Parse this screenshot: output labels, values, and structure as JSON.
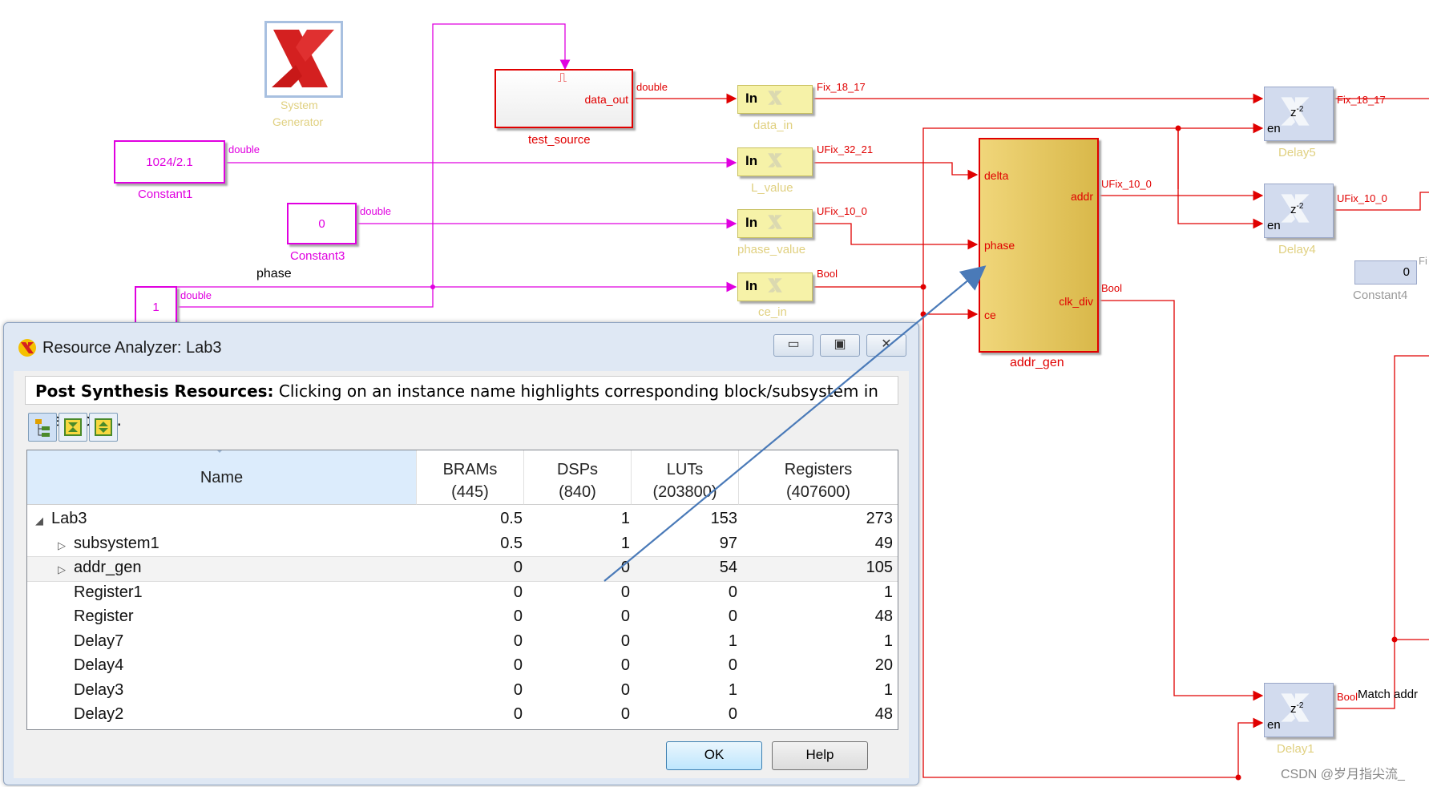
{
  "diagram": {
    "sysgen": {
      "line1": "System",
      "line2": "Generator"
    },
    "test_source": {
      "name": "test_source",
      "port_out": "data_out",
      "pulse": "⎍"
    },
    "constants": [
      {
        "value": "1024/2.1",
        "name": "Constant1"
      },
      {
        "value": "0",
        "name": "Constant3"
      },
      {
        "value": "1",
        "name": ""
      },
      {
        "value": "0",
        "name": "Constant4"
      }
    ],
    "phase_label": "phase",
    "gateways": [
      {
        "in": "In",
        "name": "data_in"
      },
      {
        "in": "In",
        "name": "L_value"
      },
      {
        "in": "In",
        "name": "phase_value"
      },
      {
        "in": "In",
        "name": "ce_in"
      }
    ],
    "signals": {
      "double": "double",
      "fix_18_17": "Fix_18_17",
      "ufix_32_21": "UFix_32_21",
      "ufix_10_0": "UFix_10_0",
      "bool": "Bool",
      "fi": "Fi",
      "match_addr": "Match addr"
    },
    "addr_gen": {
      "name": "addr_gen",
      "ports_in": [
        "delta",
        "phase",
        "ce"
      ],
      "ports_out": [
        "addr",
        "clk_div"
      ]
    },
    "delays": [
      {
        "name": "Delay5",
        "z": "z",
        "exp": "-2",
        "en": "en"
      },
      {
        "name": "Delay4",
        "z": "z",
        "exp": "-2",
        "en": "en"
      },
      {
        "name": "Delay1",
        "z": "z",
        "exp": "-2",
        "en": "en"
      }
    ],
    "watermark": "CSDN @岁月指尖流_"
  },
  "dialog": {
    "title": "Resource Analyzer: Lab3",
    "minimize": "▭",
    "maximize": "▣",
    "close": "✕",
    "header_bold": "Post Synthesis Resources:",
    "header_text": " Clicking on an instance name highlights corresponding block/subsystem in the model.",
    "columns": [
      {
        "label": "Name",
        "sub": ""
      },
      {
        "label": "BRAMs",
        "sub": "(445)"
      },
      {
        "label": "DSPs",
        "sub": "(840)"
      },
      {
        "label": "LUTs",
        "sub": "(203800)"
      },
      {
        "label": "Registers",
        "sub": "(407600)"
      }
    ],
    "rows": [
      {
        "name": "Lab3",
        "brams": "0.5",
        "dsps": "1",
        "luts": "153",
        "regs": "273",
        "expander": "◢"
      },
      {
        "name": "subsystem1",
        "brams": "0.5",
        "dsps": "1",
        "luts": "97",
        "regs": "49",
        "expander": "▷"
      },
      {
        "name": "addr_gen",
        "brams": "0",
        "dsps": "0",
        "luts": "54",
        "regs": "105",
        "expander": "▷"
      },
      {
        "name": "Register1",
        "brams": "0",
        "dsps": "0",
        "luts": "0",
        "regs": "1",
        "expander": ""
      },
      {
        "name": "Register",
        "brams": "0",
        "dsps": "0",
        "luts": "0",
        "regs": "48",
        "expander": ""
      },
      {
        "name": "Delay7",
        "brams": "0",
        "dsps": "0",
        "luts": "1",
        "regs": "1",
        "expander": ""
      },
      {
        "name": "Delay4",
        "brams": "0",
        "dsps": "0",
        "luts": "0",
        "regs": "20",
        "expander": ""
      },
      {
        "name": "Delay3",
        "brams": "0",
        "dsps": "0",
        "luts": "1",
        "regs": "1",
        "expander": ""
      },
      {
        "name": "Delay2",
        "brams": "0",
        "dsps": "0",
        "luts": "0",
        "regs": "48",
        "expander": ""
      }
    ],
    "ok": "OK",
    "help": "Help"
  },
  "colors": {
    "red": "#e00000",
    "magenta": "#e000e0",
    "arrow": "#4a7ab8",
    "gateway": "#f6f2a8",
    "addrgen": "#e2c55c"
  }
}
